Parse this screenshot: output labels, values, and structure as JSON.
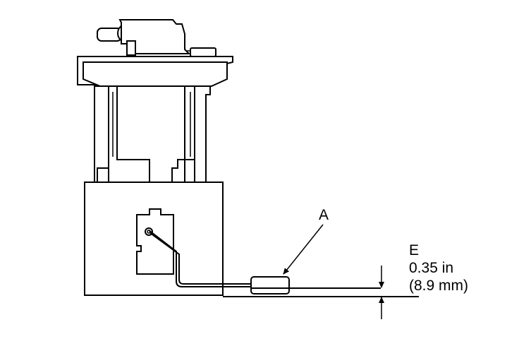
{
  "labels": {
    "callout_a": "A",
    "dimension_letter": "E",
    "dimension_inch": "0.35 in",
    "dimension_mm": "(8.9 mm)"
  },
  "colors": {
    "line": "#000000",
    "background": "#ffffff"
  }
}
